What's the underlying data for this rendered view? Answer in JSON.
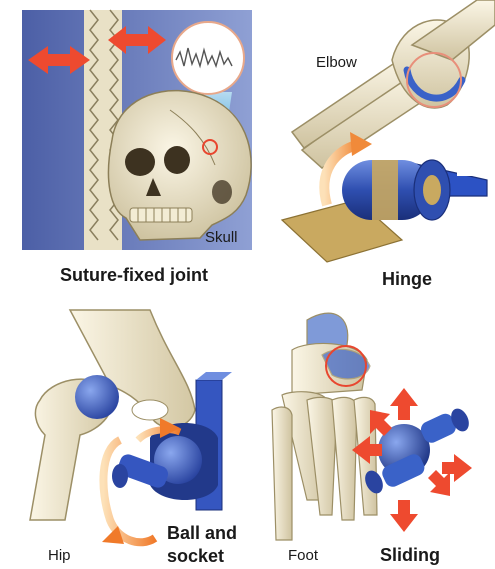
{
  "panels": {
    "skull": {
      "part_label": "Skull",
      "type_label": "Suture-fixed joint"
    },
    "hinge": {
      "part_label": "Elbow",
      "type_label": "Hinge"
    },
    "ball": {
      "part_label": "Hip",
      "type_label_line1": "Ball and",
      "type_label_line2": "socket"
    },
    "sliding": {
      "part_label": "Foot",
      "type_label": "Sliding"
    }
  },
  "colors": {
    "bone": "#e8e0c8",
    "blue_joint": "#3355bb",
    "arrow_red": "#e8462f",
    "arrow_orange": "#f08a3a",
    "suture_bg": "#5a6fb0"
  },
  "icons": [
    "skull",
    "elbow-bone",
    "hinge-joint",
    "hip-bone",
    "ball-socket-joint",
    "foot-bones",
    "sliding-joint",
    "double-arrow",
    "rotation-arrow",
    "magnifier-circle"
  ]
}
